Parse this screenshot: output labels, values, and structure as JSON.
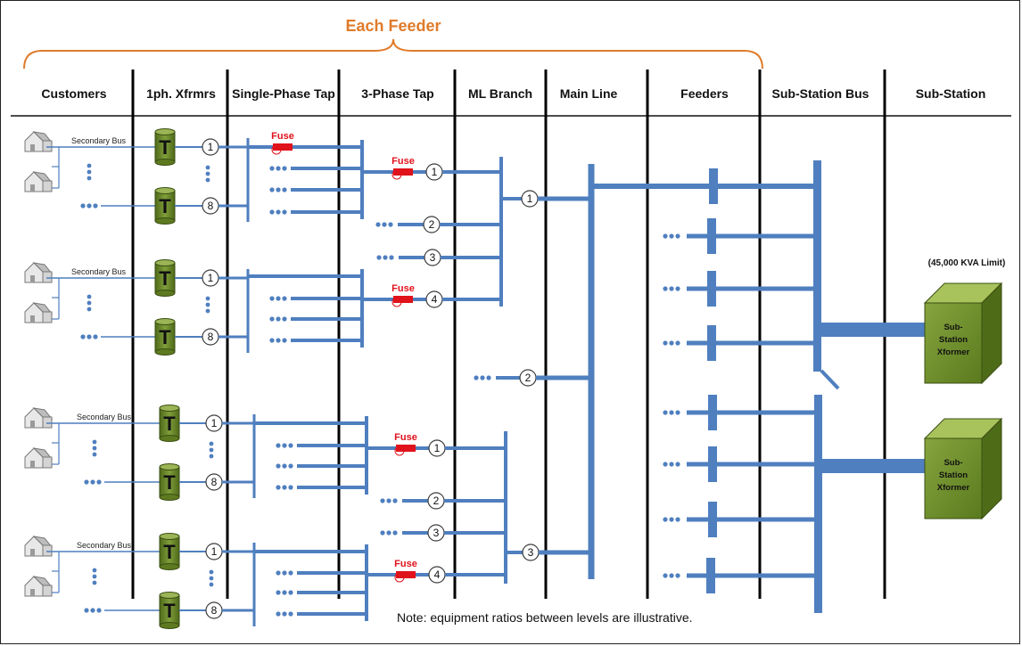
{
  "title": "Each Feeder",
  "columns": [
    "Customers",
    "1ph. Xfrmrs",
    "Single-Phase Tap",
    "3-Phase Tap",
    "ML Branch",
    "Main Line",
    "Feeders",
    "Sub-Station Bus",
    "Sub-Station"
  ],
  "secondary_bus": "Secondary Bus",
  "transformer_label": "T",
  "fuse_label": "Fuse",
  "ellipsis": "•••",
  "vdots": "⋮",
  "substation_xformer_lines": [
    "Sub-",
    "Station",
    "Xformer"
  ],
  "limit_label": "(45,000 KVA Limit)",
  "note": "Note:  equipment ratios between levels are illustrative.",
  "numbers": {
    "n1": "1",
    "n2": "2",
    "n3": "3",
    "n4": "4",
    "n8": "8"
  },
  "colors": {
    "line": "#4f7fbf",
    "title": "#e07b2a",
    "fuse": "#e0121b",
    "transformer": "#6f8b2a",
    "box": "#6a8a2a"
  }
}
